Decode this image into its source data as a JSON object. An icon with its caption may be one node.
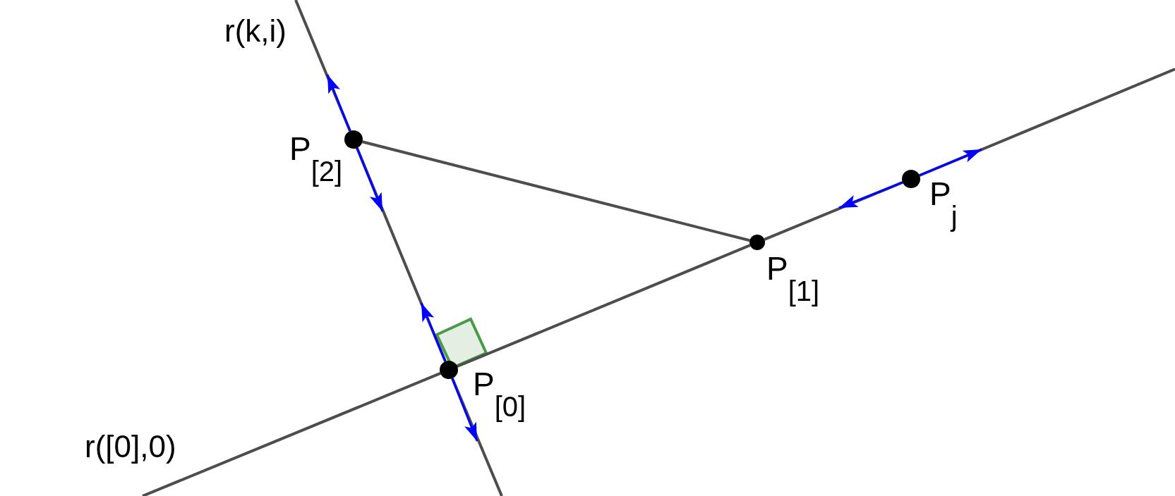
{
  "diagram": {
    "nodes": [
      {
        "text": [],
        "shape": "circle",
        "beside": [
          "P$_{[0]}$"
        ]
      },
      {
        "text": [],
        "shape": "circle",
        "beside": [
          "P$_{[1]}$"
        ]
      },
      {
        "text": [],
        "shape": "circle",
        "beside": [
          "P$_{[2]}$"
        ]
      },
      {
        "text": [],
        "shape": "circle",
        "beside": [
          "P$_{j}$"
        ]
      }
    ],
    "edges": [
      {
        "from": null,
        "to": 0,
        "arrow": "none"
      },
      {
        "from": 0,
        "to": 1,
        "arrow": "none"
      },
      {
        "from": 1,
        "to": 3,
        "arrow": "none"
      },
      {
        "from": 3,
        "to": null,
        "arrow": "none"
      },
      {
        "from": null,
        "to": 2,
        "arrow": "none"
      },
      {
        "from": 2,
        "to": 0,
        "arrow": "none"
      },
      {
        "from": 0,
        "to": null,
        "arrow": "none"
      },
      {
        "from": 2,
        "to": 1,
        "arrow": "none"
      },
      {
        "from": 2,
        "to": null,
        "arrow": "to",
        "color": "#0000ff"
      },
      {
        "from": 2,
        "to": null,
        "arrow": "to",
        "color": "#0000ff"
      },
      {
        "from": 0,
        "to": null,
        "arrow": "to",
        "color": "#0000ff"
      },
      {
        "from": 0,
        "to": null,
        "arrow": "to",
        "color": "#0000ff"
      },
      {
        "from": 3,
        "to": null,
        "arrow": "to",
        "color": "#0000ff"
      },
      {
        "from": 3,
        "to": null,
        "arrow": "to",
        "color": "#0000ff"
      }
    ],
    "labels": [
      "r(k,i)",
      "r([0],0)"
    ]
  }
}
